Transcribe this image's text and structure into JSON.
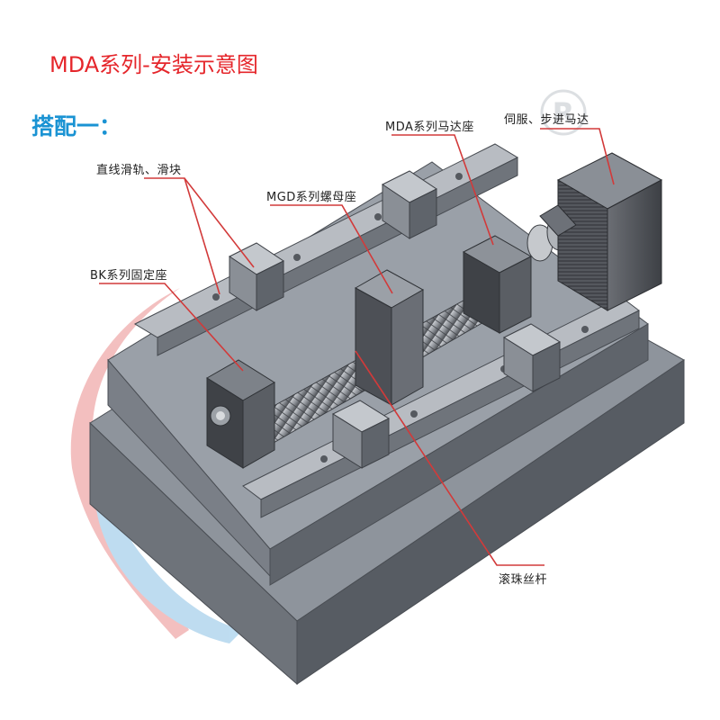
{
  "title": "MDA系列-安装示意图",
  "subtitle": "搭配一：",
  "labels": {
    "guide_rail": "直线滑轨、滑块",
    "mgd_nut_seat": "MGD系列螺母座",
    "mda_motor_seat": "MDA系列马达座",
    "servo_motor": "伺服、步进马达",
    "bk_fixed_seat": "BK系列固定座",
    "ball_screw": "滚珠丝杆"
  },
  "watermark_mark": "R",
  "colors": {
    "title": "#e5262b",
    "subtitle": "#1a93d3",
    "leader_line": "#d23a3a",
    "watermark_red": "#f2b9b9",
    "watermark_blue": "#b7d9ef"
  }
}
